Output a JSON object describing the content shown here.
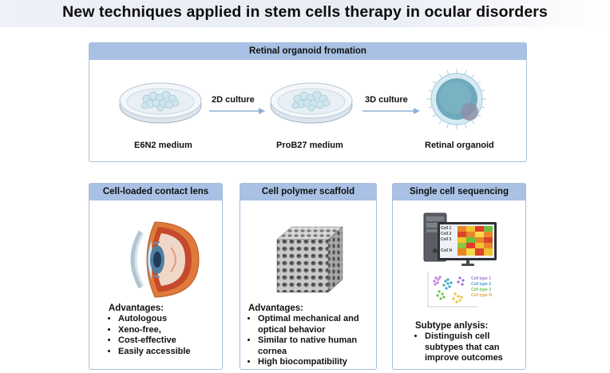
{
  "title": "New techniques applied in stem cells therapy in ocular disorders",
  "top_panel": {
    "header": "Retinal organoid fromation",
    "step1_label": "E6N2 medium",
    "arrow1_label": "2D culture",
    "step2_label": "ProB27 medium",
    "arrow2_label": "3D culture",
    "step3_label": "Retinal organoid"
  },
  "contact_lens": {
    "header": "Cell-loaded contact lens",
    "advantages_title": "Advantages:",
    "items": [
      "Autologous",
      "Xeno-free,",
      "Cost-effective",
      "Easily accessible"
    ]
  },
  "scaffold": {
    "header": "Cell polymer scaffold",
    "advantages_title": "Advantages:",
    "items": [
      "Optimal mechanical and optical behavior",
      "Similar to native human cornea",
      "High biocompatibility"
    ]
  },
  "sequencing": {
    "header": "Single cell sequencing",
    "heatmap_labels": [
      "Cell 1",
      "Cell 2",
      "Cell 3",
      "Cell N"
    ],
    "cluster_legend": [
      "Cell type 1",
      "Cell type 2",
      "Cell type 3",
      "Cell type N"
    ],
    "analysis_title": "Subtype anlysis:",
    "items": [
      "Distinguish cell subtypes that can improve outcomes"
    ]
  },
  "colors": {
    "header_fill": "#a8c1e4",
    "panel_border": "#a9bedb",
    "arrow": "#8fb0d8"
  }
}
